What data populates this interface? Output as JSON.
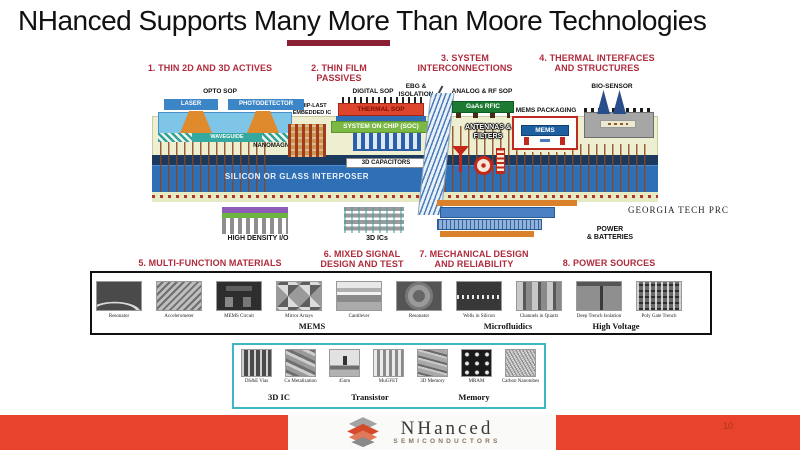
{
  "slide": {
    "title": "NHanced Supports Many More Than Moore Technologies",
    "page_number": "10"
  },
  "sections": {
    "s1": "1. THIN 2D AND 3D ACTIVES",
    "s2": "2. THIN FILM PASSIVES",
    "s3_l1": "3. SYSTEM",
    "s3_l2": "INTERCONNECTIONS",
    "s4_l1": "4. THERMAL INTERFACES",
    "s4_l2": "AND STRUCTURES",
    "s5": "5. MULTI-FUNCTION MATERIALS",
    "s6_l1": "6. MIXED SIGNAL",
    "s6_l2": "DESIGN AND TEST",
    "s7_l1": "7. MECHANICAL DESIGN",
    "s7_l2": "AND RELIABILITY",
    "s8": "8. POWER SOURCES"
  },
  "diagram": {
    "opto_sop": "OPTO SOP",
    "digital_sop": "DIGITAL SOP",
    "ebg_l1": "EBG &",
    "ebg_l2": "ISOLATION",
    "analog_rf": "ANALOG & RF SOP",
    "bio_sensor": "BIO-SENSOR",
    "laser": "LASER",
    "photodetector": "PHOTODETECTOR",
    "chip_last_l1": "CHIP-LAST",
    "chip_last_l2": "EMBEDDED IC",
    "waveguide": "WAVEGUIDE",
    "nanomagnetics": "NANOMAGNETICS",
    "thermal_sop": "THERMAL SOP",
    "soc": "SYSTEM ON CHIP (SOC)",
    "capacitors_3d": "3D CAPACITORS",
    "gaas_rfic": "GaAs RFIC",
    "antennas_l1": "ANTENNAS &",
    "antennas_l2": "FILTERS",
    "mems_packaging": "MEMS PACKAGING",
    "mems": "MEMS",
    "interposer": "SILICON OR GLASS INTERPOSER",
    "high_density_io": "HIGH DENSITY I/O",
    "ics_3d": "3D ICs",
    "power_l1": "POWER",
    "power_l2": "& BATTERIES",
    "georgia_tech": "GEORGIA TECH PRC"
  },
  "materials_box": {
    "captions": [
      "Resonator",
      "Accelerometer",
      "MEMS Circuit",
      "Mirror Arrays",
      "Cantilever",
      "Resonator",
      "Wells in Silicon",
      "Channels in Quartz",
      "Deep Trench Isolation",
      "Poly Gate Trench"
    ],
    "groups": [
      "MEMS",
      "Microfluidics",
      "High Voltage"
    ]
  },
  "device_box": {
    "captions": [
      "DS&E Vias",
      "Cu Metalization",
      "45nm",
      "MuGFET",
      "3D Memory",
      "MRAM",
      "Carbon Nanotubes"
    ],
    "groups": [
      "3D IC",
      "Transistor",
      "Memory"
    ]
  },
  "footer": {
    "brand": "NHanced",
    "tagline": "SEMICONDUCTORS",
    "page_number": "10"
  },
  "colors": {
    "header_red": "#AF2B3D",
    "footer_red": "#E8432C",
    "interposer_blue": "#2F6FB5",
    "device_box_teal": "#3BB8C4",
    "soc_green": "#7CB944",
    "thermal_red": "#DD452E"
  }
}
